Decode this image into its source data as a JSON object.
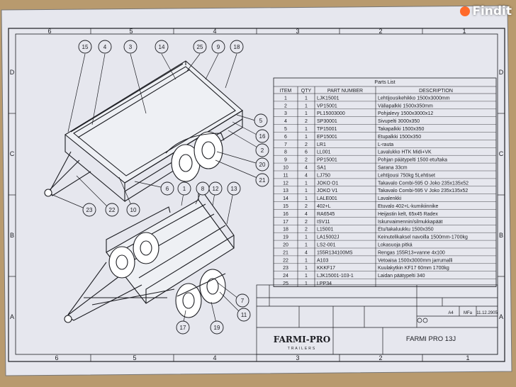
{
  "watermark": {
    "text": "Findit"
  },
  "border_marks": {
    "top": [
      "6",
      "5",
      "4",
      "3",
      "2",
      "1"
    ],
    "bottom": [
      "6",
      "5",
      "4",
      "3",
      "2",
      "1"
    ],
    "left": [
      "D",
      "C",
      "B",
      "A"
    ],
    "right": [
      "D",
      "C",
      "B",
      "A"
    ]
  },
  "callouts": [
    "15",
    "4",
    "3",
    "14",
    "25",
    "9",
    "18",
    "5",
    "16",
    "2",
    "20",
    "21",
    "6",
    "23",
    "22",
    "10",
    "1",
    "8",
    "12",
    "13",
    "7",
    "11",
    "17",
    "19"
  ],
  "parts_list": {
    "title": "Parts List",
    "headers": [
      "ITEM",
      "QTY",
      "PART NUMBER",
      "DESCRIPTION"
    ],
    "rows": [
      [
        "1",
        "1",
        "LJK15001",
        "Lehtijousikehikko 1500x3000mm"
      ],
      [
        "2",
        "1",
        "VP15001",
        "Väliapalkki 1500x350mm"
      ],
      [
        "3",
        "1",
        "PL15003000",
        "Pohjalevy 1500x3000x12"
      ],
      [
        "4",
        "2",
        "SP30001",
        "Sivupelti 3000x350"
      ],
      [
        "5",
        "1",
        "TP15001",
        "Takapalkki 1500x350"
      ],
      [
        "6",
        "1",
        "EP15001",
        "Etupalkki 1500x350"
      ],
      [
        "7",
        "2",
        "LR1",
        "L-rauta"
      ],
      [
        "8",
        "6",
        "LL001",
        "Lavalukko HTK Midi+VK"
      ],
      [
        "9",
        "2",
        "PP15001",
        "Pohjan päätypelti 1500 etu/taka"
      ],
      [
        "10",
        "4",
        "SA1",
        "Sarana 33cm"
      ],
      [
        "11",
        "4",
        "LJ750",
        "Lehtijousi 750kg 5Lehtiset"
      ],
      [
        "12",
        "1",
        "JOKO O1",
        "Takavalo Combi-595 O Joko 235x135x52"
      ],
      [
        "13",
        "1",
        "JOKO V1",
        "Takavalo Combi-595 V Joko 235x135x52"
      ],
      [
        "14",
        "1",
        "LALE001",
        "Lavalenkki"
      ],
      [
        "15",
        "2",
        "402+L",
        "Etuvalo 402+L-kumikiinnike"
      ],
      [
        "16",
        "4",
        "RA6545",
        "Heijastin kelt, 65x45 Radex"
      ],
      [
        "17",
        "2",
        "ISV11",
        "Iskunvaimennin/silmukkapäät"
      ],
      [
        "18",
        "2",
        "L15001",
        "Etu/takaluukku 1500x350"
      ],
      [
        "19",
        "1",
        "LA15002J",
        "Keinutelikaksel navoilla 1500mm-1700kg"
      ],
      [
        "20",
        "1",
        "LS2-001",
        "Lokasuoja pitkä"
      ],
      [
        "21",
        "4",
        "155R134100MS",
        "Rengas 155R13+vanne 4x100"
      ],
      [
        "22",
        "1",
        "A103",
        "Vetoaisa 1500x3000mm jarrumalli"
      ],
      [
        "23",
        "1",
        "KKKF17",
        "Kuulakytkin KF17 60mm 1700kg"
      ],
      [
        "24",
        "1",
        "LJK15001-103-1",
        "Laidan päätypelti 340"
      ],
      [
        "25",
        "1",
        "LPP34",
        ""
      ]
    ]
  },
  "title_block": {
    "company": "FARMI-PRO",
    "company_sub": "TRAILERS",
    "drawing_title": "FARMI PRO 13J",
    "date": "11.12.2905",
    "size": "A4",
    "revision": "MFa"
  },
  "colors": {
    "paper": "#e6e7ee",
    "ink": "#1c1d22",
    "surround": "#b89a6e"
  }
}
